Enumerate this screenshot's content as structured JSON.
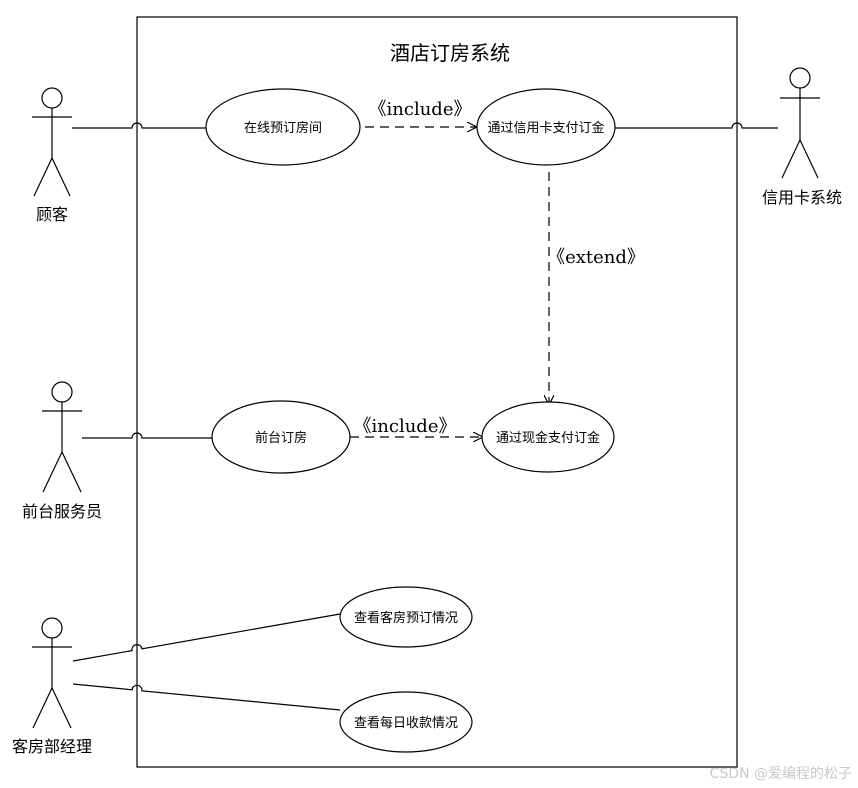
{
  "system": {
    "title": "酒店订房系统"
  },
  "actors": {
    "customer": "顾客",
    "front_desk": "前台服务员",
    "manager": "客房部经理",
    "credit_system": "信用卡系统"
  },
  "use_cases": {
    "online_booking": "在线预订房间",
    "credit_card_deposit": "通过信用卡支付订金",
    "front_desk_booking": "前台订房",
    "cash_deposit": "通过现金支付订金",
    "view_booking_status": "查看客房预订情况",
    "view_daily_revenue": "查看每日收款情况"
  },
  "relations": {
    "include_1": "《include》",
    "extend_1": "《extend》",
    "include_2": "《include》"
  },
  "watermark": "CSDN @爱编程的松子"
}
